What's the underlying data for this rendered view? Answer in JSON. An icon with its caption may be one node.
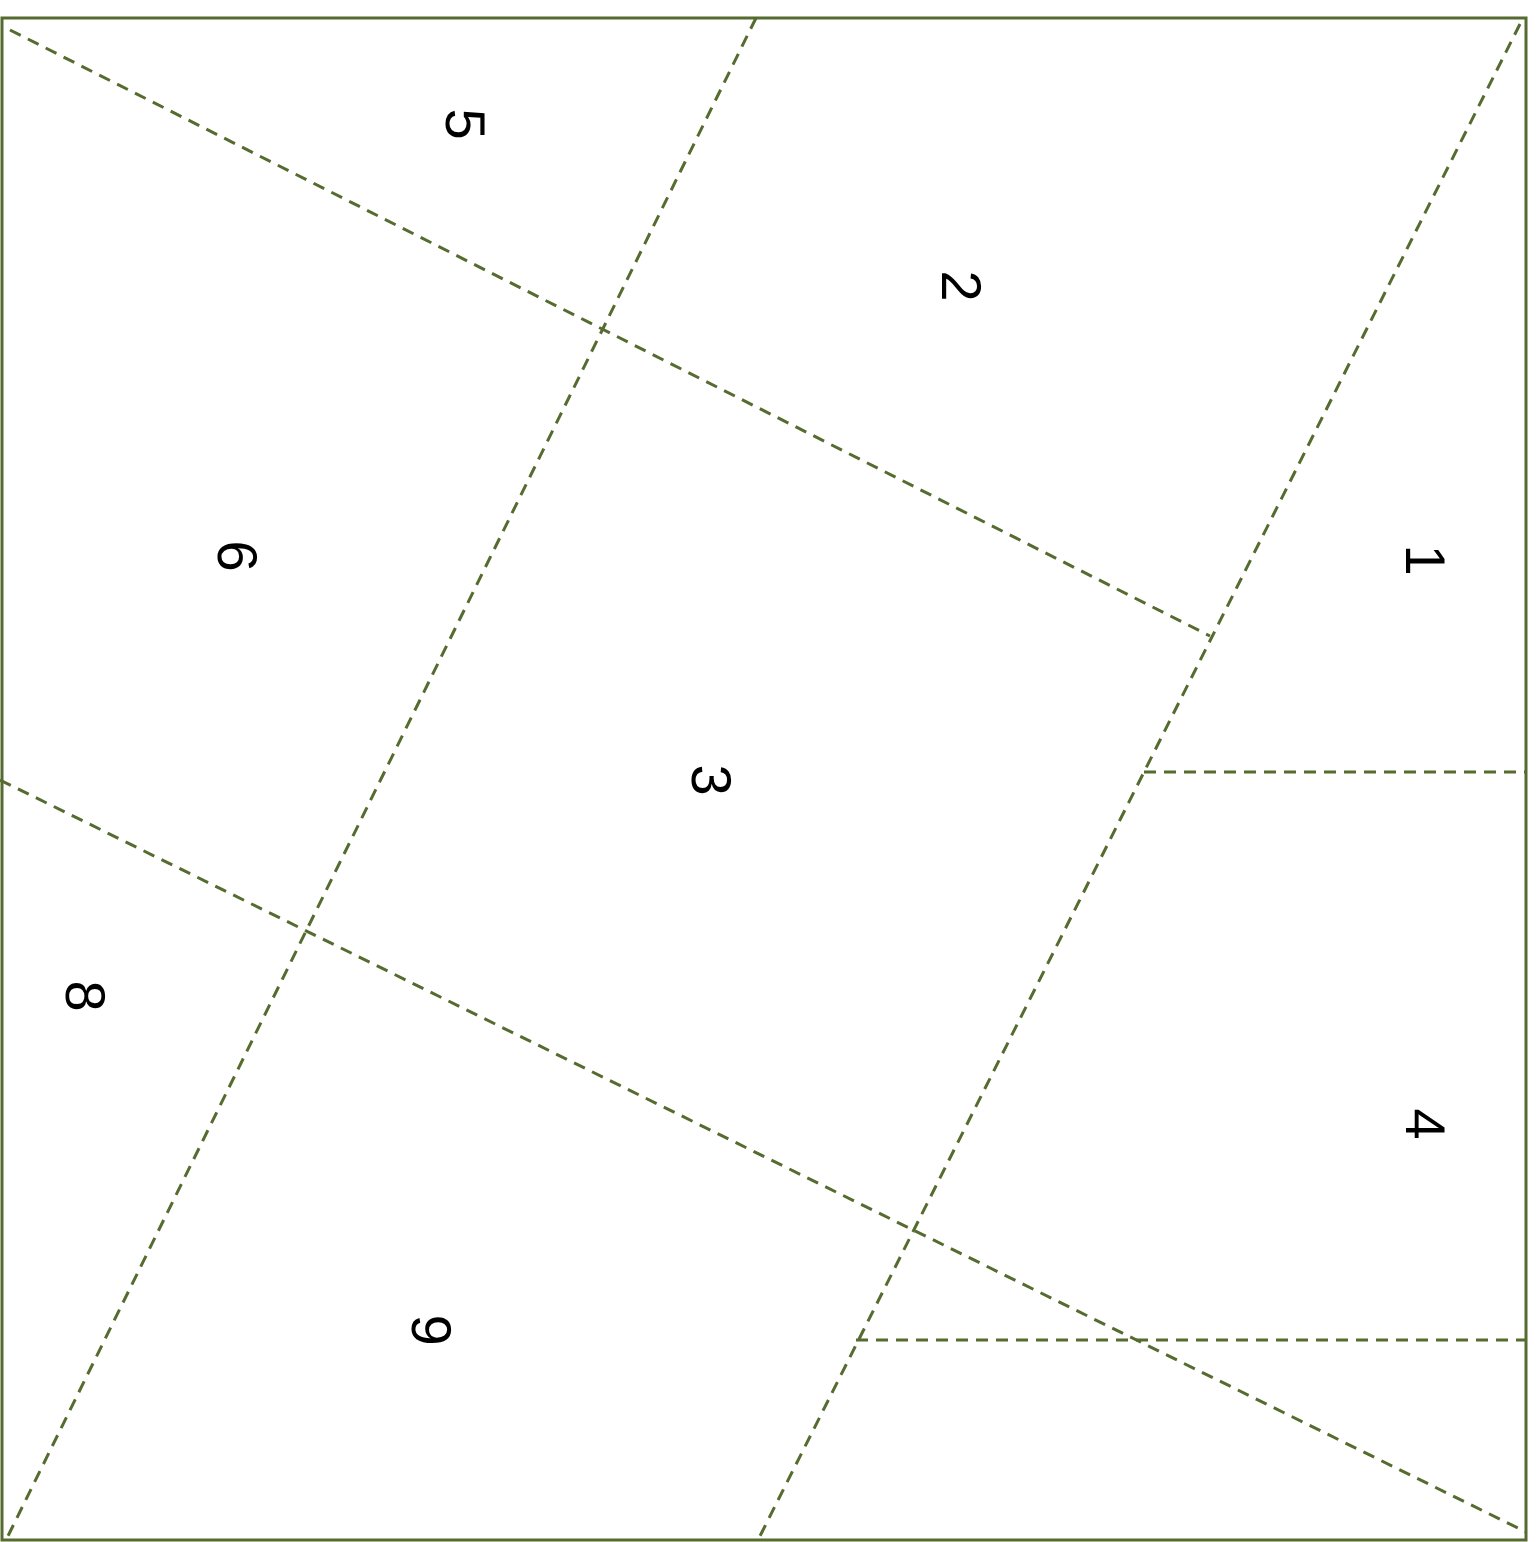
{
  "diagram": {
    "labels": [
      "5",
      "2",
      "6",
      "1",
      "3",
      "8",
      "4",
      "9"
    ]
  }
}
